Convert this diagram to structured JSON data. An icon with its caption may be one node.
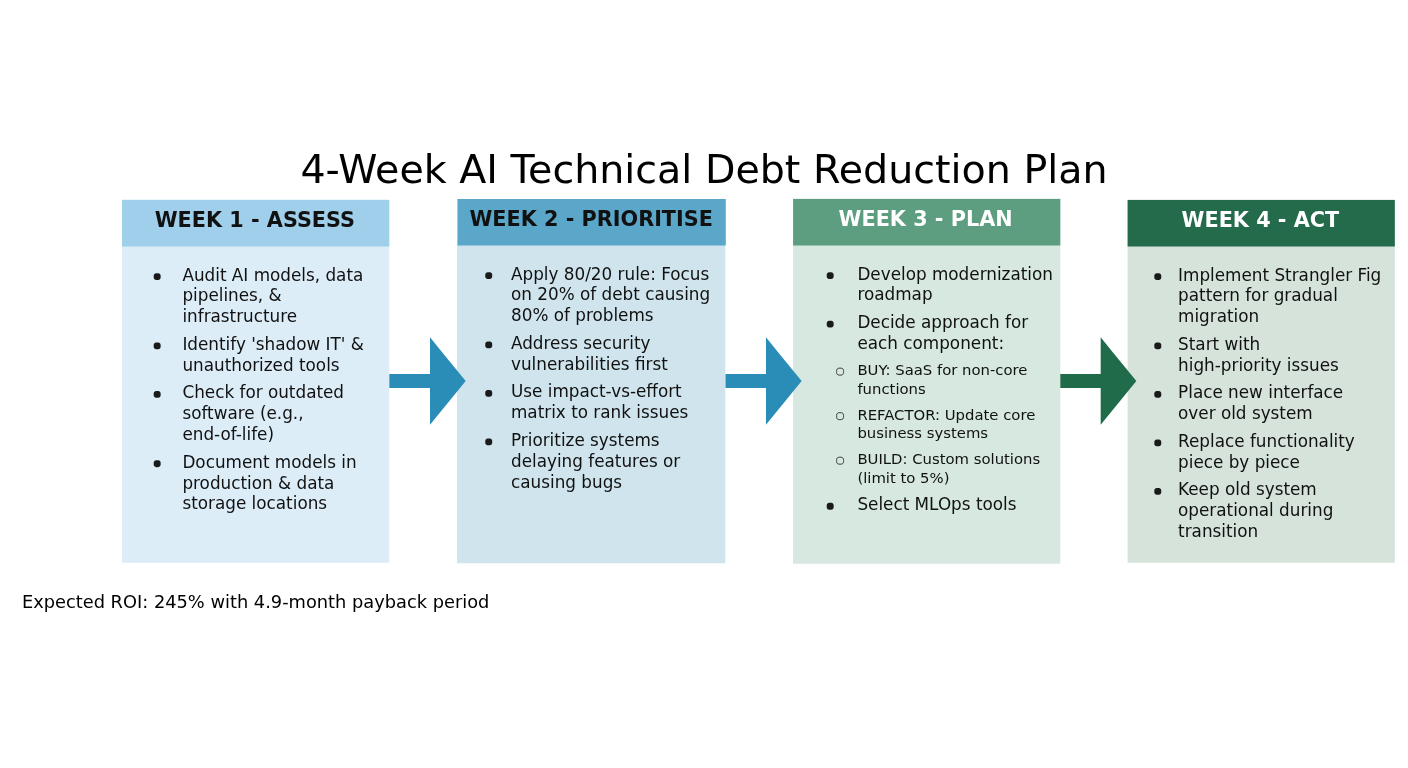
{
  "diagram": {
    "title": "4-Week AI Technical Debt Reduction Plan",
    "nodes": [
      {
        "text": [
          "WEEK 1 - ASSESS",
          "Audit AI models, data pipelines, & infrastructure",
          "Identify 'shadow IT' & unauthorized tools",
          "Check for outdated software (e.g., end-of-life)",
          "Document models in production & data storage locations"
        ]
      },
      {
        "text": [
          "WEEK 2 - PRIORITISE",
          "Apply 80/20 rule: Focus on 20% of debt causing 80% of problems",
          "Address security vulnerabilities first",
          "Use impact-vs-effort matrix to rank issues",
          "Prioritize systems delaying features or causing bugs"
        ]
      },
      {
        "text": [
          "WEEK 3 - PLAN",
          "Develop modernization roadmap",
          "Decide approach for each component:",
          "BUY: SaaS for non-core functions",
          "REFACTOR: Update core business systems",
          "BUILD: Custom solutions (limit to 5%)",
          "Select MLOps tools"
        ]
      },
      {
        "text": [
          "WEEK 4 - ACT",
          "Implement Strangler Fig pattern for gradual migration",
          "Start with high-priority issues",
          "Place new interface over old system",
          "Replace functionality piece by piece",
          "Keep old system operational during transition"
        ]
      }
    ],
    "edges": [
      {
        "from": 0,
        "to": 1,
        "arrow": "to"
      },
      {
        "from": 1,
        "to": 2,
        "arrow": "to"
      },
      {
        "from": 2,
        "to": 3,
        "arrow": "to",
        "color": "#1f6b4a"
      }
    ],
    "labels": [
      "Expected ROI: 245% with 4.9-month payback period"
    ]
  }
}
